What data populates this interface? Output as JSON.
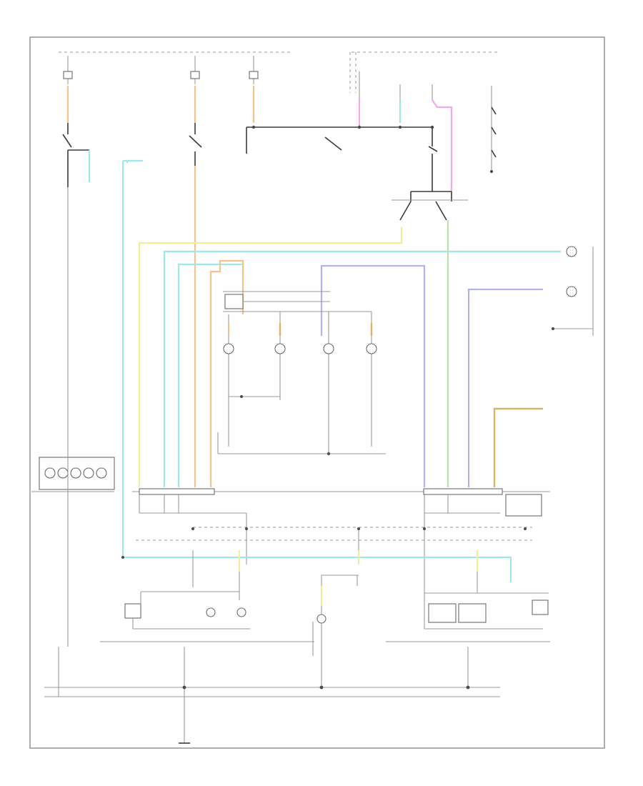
{
  "diagram": {
    "footer_code": "",
    "colors": {
      "frame": "#7a7a7a",
      "wire_black": "#3a3a3a",
      "wire_cyan": "#9de8ea",
      "wire_orange": "#f3c38a",
      "wire_yellow": "#f1ee9a",
      "wire_tan": "#d8b46a",
      "wire_blue": "#b2b2ee",
      "wire_green": "#b5e6a8",
      "wire_pink": "#f3a9ee"
    },
    "components": [
      {
        "id": "fuse-1",
        "icon": "fuse-icon"
      },
      {
        "id": "fuse-2",
        "icon": "fuse-icon"
      },
      {
        "id": "fuse-3",
        "icon": "fuse-icon"
      },
      {
        "id": "fuse-4",
        "icon": "fuse-icon"
      },
      {
        "id": "headlamp-switch",
        "icon": "switch-icon"
      },
      {
        "id": "turn-signal-flasher",
        "icon": "relay-icon"
      },
      {
        "id": "hazard-switch",
        "icon": "switch-icon"
      },
      {
        "id": "turn-indicator-lamps",
        "icon": "lamp-icon"
      },
      {
        "id": "left-rear-lamps",
        "icon": "lamp-icon"
      },
      {
        "id": "center-stop-lamp",
        "icon": "lamp-icon"
      },
      {
        "id": "right-rear-lamps",
        "icon": "lamp-icon"
      },
      {
        "id": "trailer-connector",
        "icon": "connector-icon"
      },
      {
        "id": "ground",
        "icon": "ground-icon"
      }
    ]
  }
}
